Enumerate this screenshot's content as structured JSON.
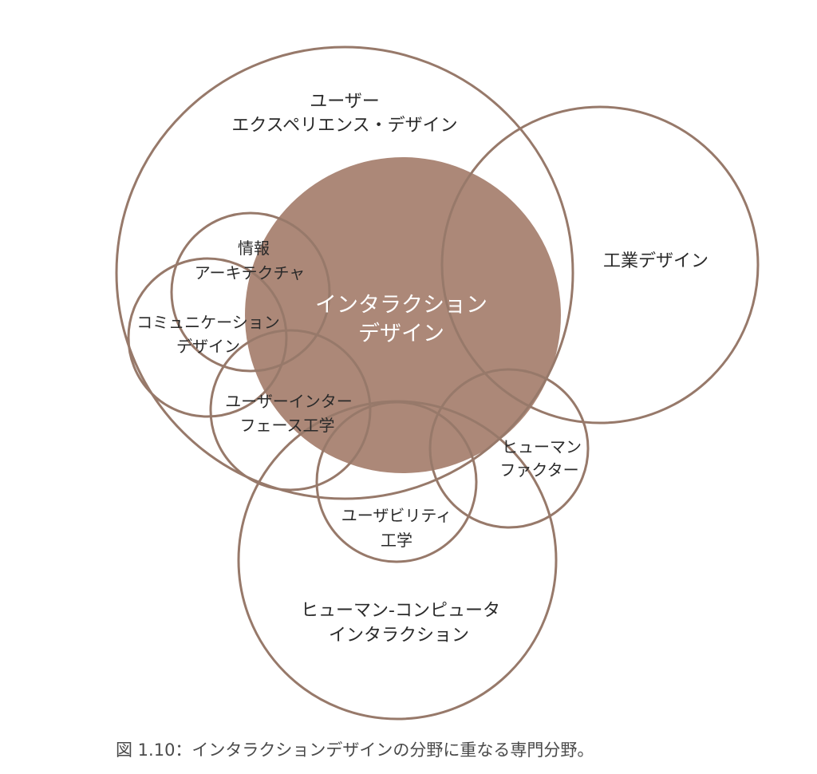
{
  "diagram": {
    "core": {
      "line1": "インタラクション",
      "line2": "デザイン"
    },
    "ux": {
      "line1": "ユーザー",
      "line2": "エクスペリエンス・デザイン"
    },
    "industrial": {
      "line1": "工業デザイン"
    },
    "info_arch": {
      "line1": "情報",
      "line2": "アーキテクチャ"
    },
    "communication": {
      "line1": "コミュニケーション",
      "line2": "デザイン"
    },
    "ui_engineering": {
      "line1": "ユーザーインター",
      "line2": "フェース工学"
    },
    "human_factors": {
      "line1": "ヒューマン",
      "line2": "ファクター"
    },
    "usability": {
      "line1": "ユーザビリティ",
      "line2": "工学"
    },
    "hci": {
      "line1": "ヒューマン-コンピュータ",
      "line2": "インタラクション"
    }
  },
  "colors": {
    "ring": "#97796a",
    "core_fill": "#ac8878",
    "core_text": "#ffffff",
    "label_text": "#2a2a2a"
  },
  "caption": "図 1.10：インタラクションデザインの分野に重なる専門分野。"
}
